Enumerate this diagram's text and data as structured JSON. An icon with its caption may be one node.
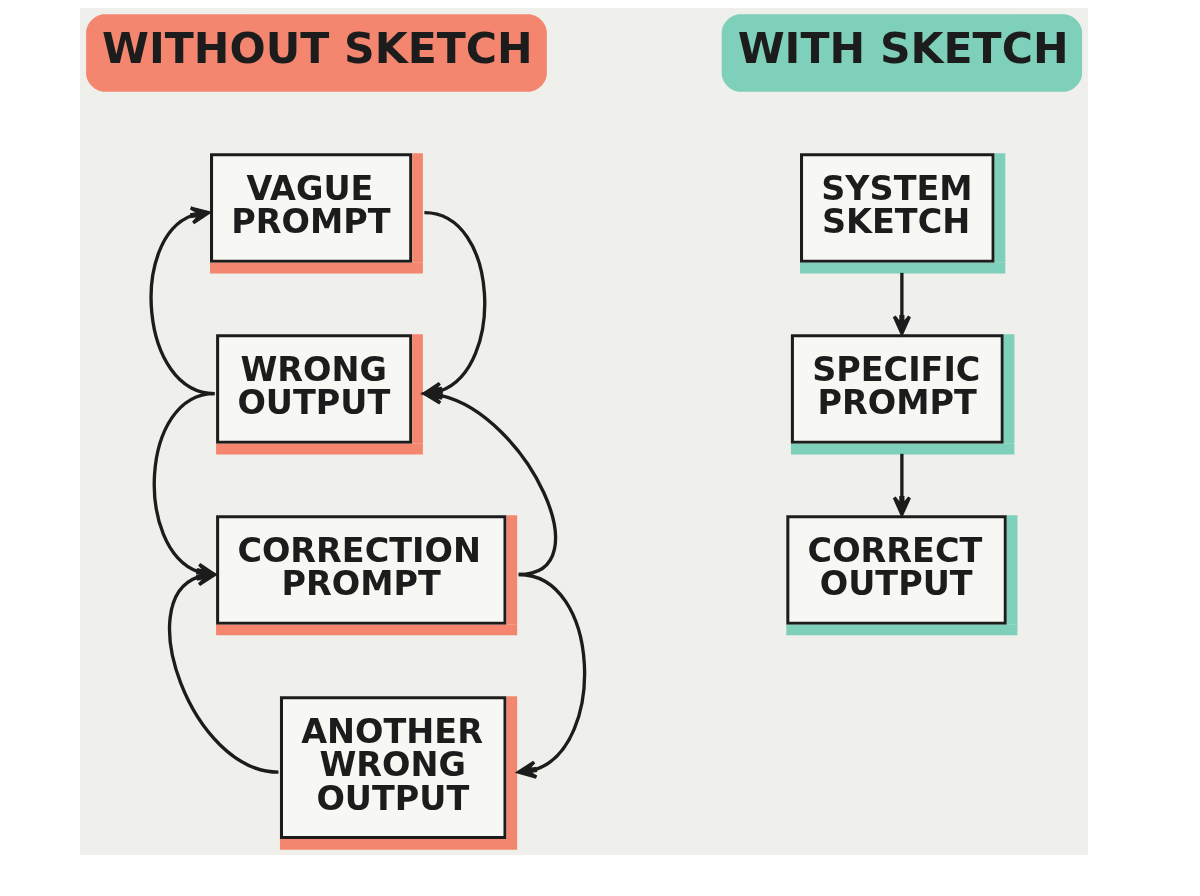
{
  "diagram": {
    "nodes": [
      {
        "text": [
          "WITHOUT SKETCH"
        ]
      },
      {
        "text": [
          "VAGUE PROMPT"
        ]
      },
      {
        "text": [
          "WRONG OUTPUT"
        ]
      },
      {
        "text": [
          "CORRECTION PROMPT"
        ]
      },
      {
        "text": [
          "ANOTHER WRONG OUTPUT"
        ]
      },
      {
        "text": [
          "WITH SKETCH"
        ]
      },
      {
        "text": [
          "SYSTEM SKETCH"
        ]
      },
      {
        "text": [
          "SPECIFIC PROMPT"
        ]
      },
      {
        "text": [
          "CORRECT OUTPUT"
        ]
      }
    ],
    "edges": [
      {
        "from": 2,
        "to": 1,
        "arrow": "to"
      },
      {
        "from": 1,
        "to": 2,
        "arrow": "to"
      },
      {
        "from": 2,
        "to": 3,
        "arrow": "to"
      },
      {
        "from": 3,
        "to": 2,
        "arrow": "to"
      },
      {
        "from": 4,
        "to": 3,
        "arrow": "to"
      },
      {
        "from": 3,
        "to": 4,
        "arrow": "to"
      },
      {
        "from": 6,
        "to": 7,
        "arrow": "to"
      },
      {
        "from": 7,
        "to": 8,
        "arrow": "to"
      }
    ]
  }
}
